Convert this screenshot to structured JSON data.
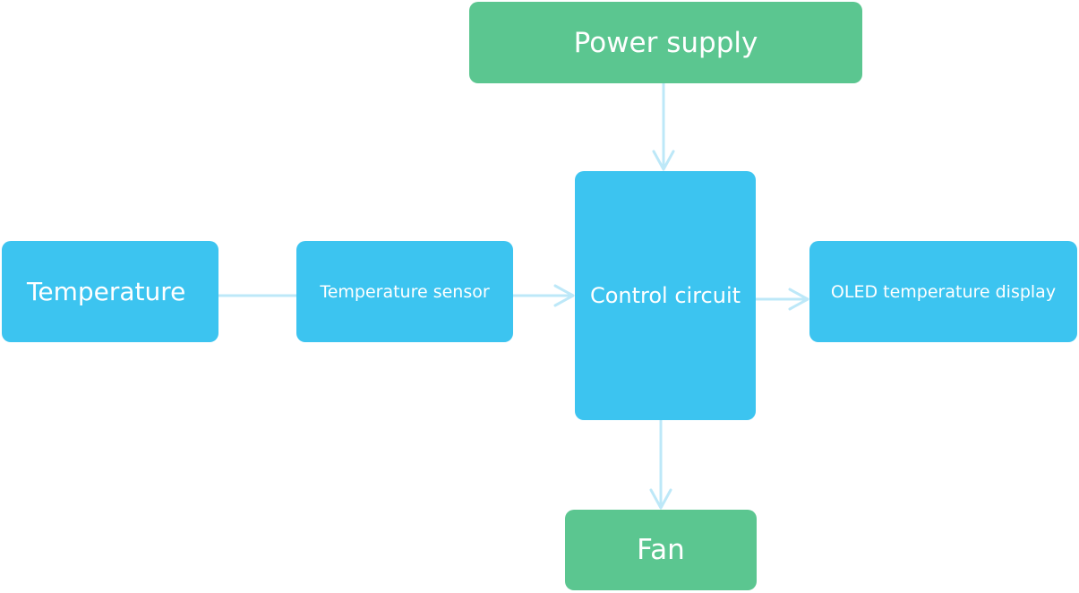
{
  "colors": {
    "blue_node": "#3cc4f0",
    "green_node": "#5bc690",
    "connector": "#bde8f8",
    "text": "#ffffff"
  },
  "nodes": {
    "power_supply": "Power supply",
    "control_circuit": "Control circuit",
    "temperature": "Temperature",
    "temperature_sensor": "Temperature sensor",
    "oled_display": "OLED temperature display",
    "fan": "Fan"
  },
  "edges": [
    {
      "from": "power_supply",
      "to": "control_circuit",
      "arrow": true
    },
    {
      "from": "temperature",
      "to": "temperature_sensor",
      "arrow": false
    },
    {
      "from": "temperature_sensor",
      "to": "control_circuit",
      "arrow": true
    },
    {
      "from": "control_circuit",
      "to": "oled_display",
      "arrow": true
    },
    {
      "from": "control_circuit",
      "to": "fan",
      "arrow": true
    }
  ]
}
